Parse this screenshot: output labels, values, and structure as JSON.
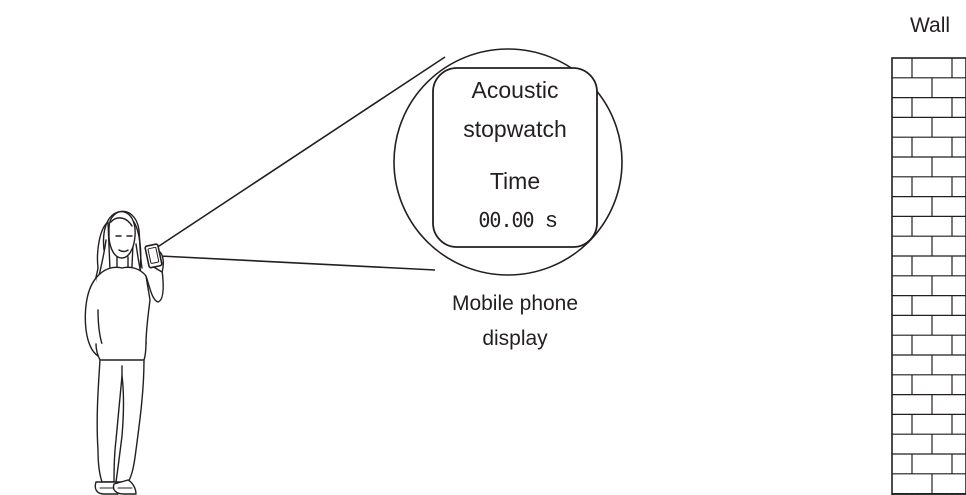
{
  "diagram": {
    "wall_label": "Wall",
    "caption_line1": "Mobile phone",
    "caption_line2": "display",
    "phone_display": {
      "title_line1": "Acoustic",
      "title_line2": "stopwatch",
      "time_label": "Time",
      "time_value": "00.00",
      "time_unit": "s"
    }
  },
  "colors": {
    "ink": "#231f20",
    "background": "#ffffff"
  },
  "icons": [
    "person-holding-phone-icon",
    "brick-wall-icon",
    "magnifier-circle-icon"
  ]
}
